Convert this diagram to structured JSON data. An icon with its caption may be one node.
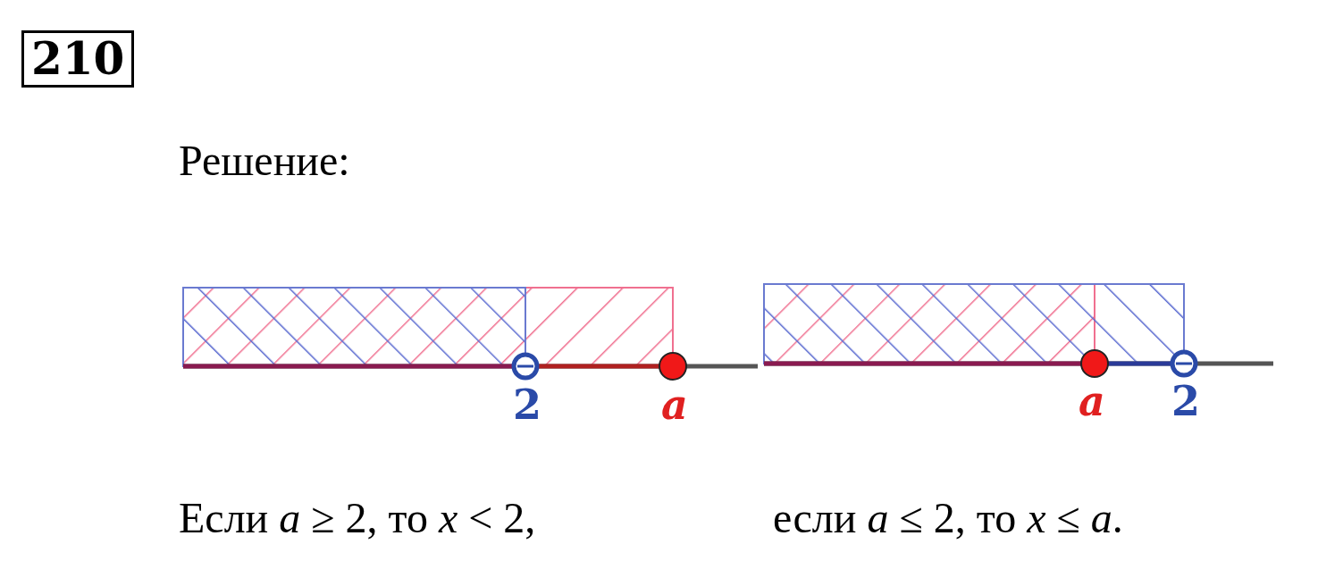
{
  "diagram": {
    "labels": [
      "210",
      "Решение:",
      "2",
      "a",
      "a",
      "2",
      "Если *a* ≥ 2, то *x* < 2,",
      "если *a* ≤ 2, то *x* ≤ *a*."
    ]
  }
}
